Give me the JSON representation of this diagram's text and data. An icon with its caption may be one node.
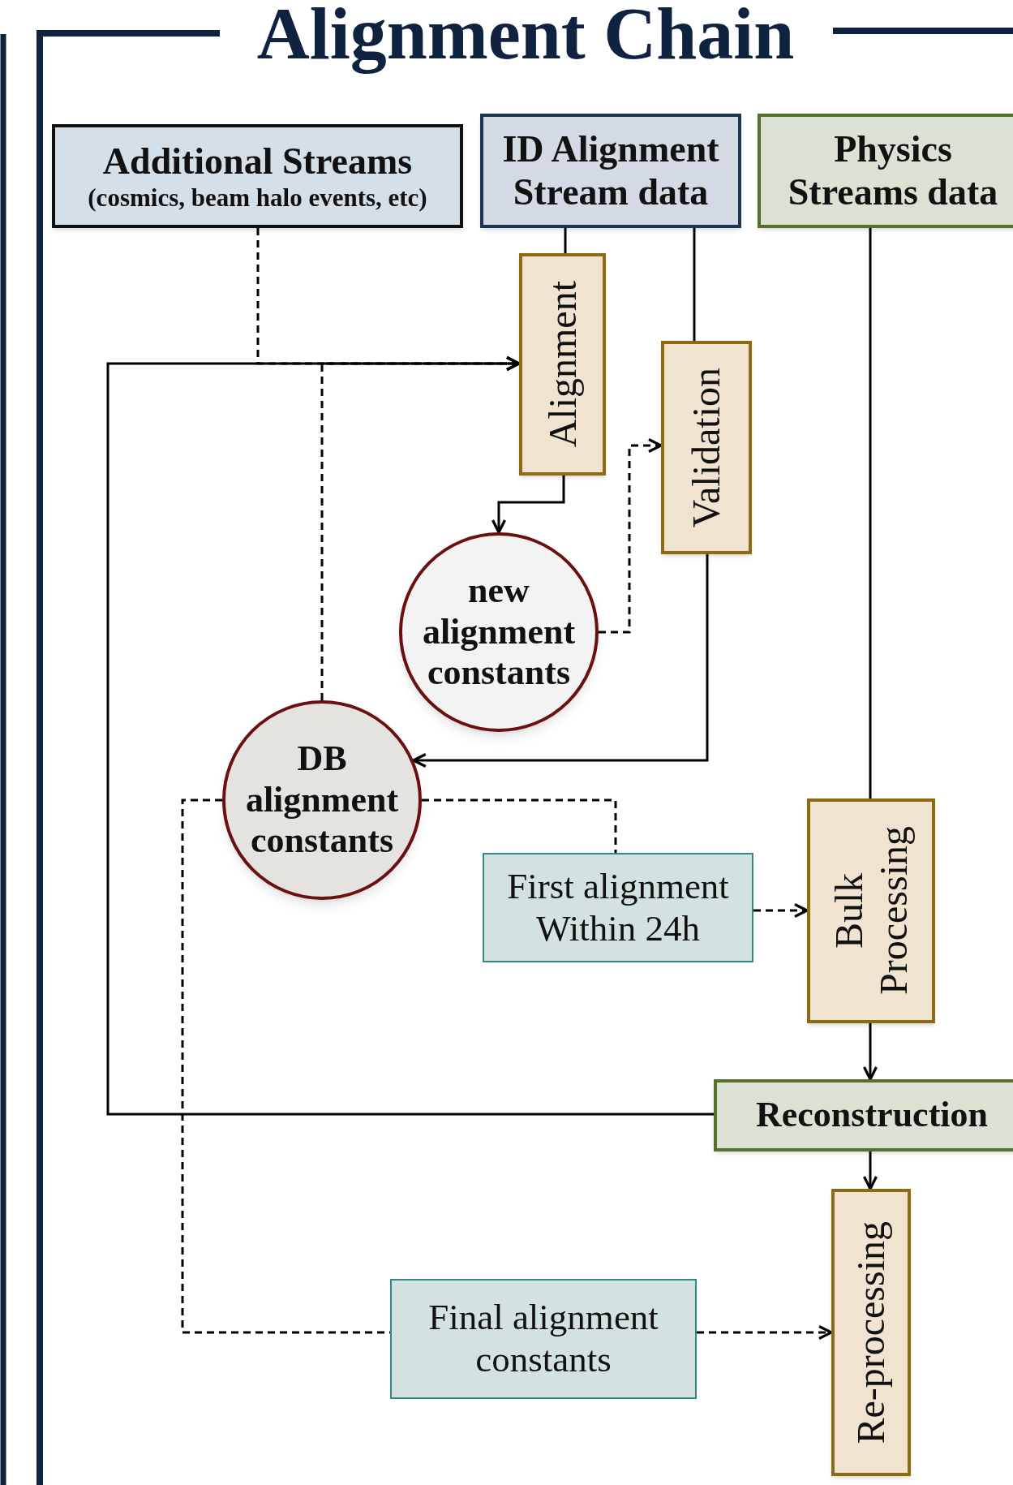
{
  "diagram": {
    "title": "Alignment Chain",
    "nodes": [
      {
        "text": [
          "Additional Streams",
          "(cosmics, beam halo events, etc)"
        ]
      },
      {
        "text": [
          "ID Alignment Stream data"
        ]
      },
      {
        "text": [
          "Physics Streams data"
        ]
      },
      {
        "text": [
          "Alignment"
        ]
      },
      {
        "text": [
          "Validation"
        ]
      },
      {
        "text": [
          "new alignment constants"
        ]
      },
      {
        "text": [
          "DB alignment constants"
        ]
      },
      {
        "text": [
          "First alignment Within 24h"
        ]
      },
      {
        "text": [
          "Bulk Processing"
        ]
      },
      {
        "text": [
          "Reconstruction"
        ]
      },
      {
        "text": [
          "Re-processing"
        ]
      },
      {
        "text": [
          "Final alignment constants"
        ]
      }
    ],
    "edges": [
      {
        "from": 0,
        "to": 3,
        "arrow": "to",
        "style": "dashed"
      },
      {
        "from": 6,
        "to": 3,
        "arrow": "to",
        "style": "dashed"
      },
      {
        "from": 9,
        "to": 3,
        "arrow": "to"
      },
      {
        "from": 1,
        "to": 3,
        "arrow": "none"
      },
      {
        "from": 1,
        "to": 4,
        "arrow": "none"
      },
      {
        "from": 3,
        "to": 5,
        "arrow": "to"
      },
      {
        "from": 5,
        "to": 4,
        "arrow": "to",
        "style": "dashed"
      },
      {
        "from": 4,
        "to": 6,
        "arrow": "to"
      },
      {
        "from": 6,
        "to": 7,
        "arrow": "none",
        "style": "dashed"
      },
      {
        "from": 7,
        "to": 8,
        "arrow": "to",
        "style": "dashed"
      },
      {
        "from": 2,
        "to": 8,
        "arrow": "none"
      },
      {
        "from": 8,
        "to": 9,
        "arrow": "to"
      },
      {
        "from": 9,
        "to": 10,
        "arrow": "to"
      },
      {
        "from": 6,
        "to": 11,
        "arrow": "none",
        "style": "dashed"
      },
      {
        "from": 11,
        "to": 10,
        "arrow": "to",
        "style": "dashed"
      }
    ]
  }
}
